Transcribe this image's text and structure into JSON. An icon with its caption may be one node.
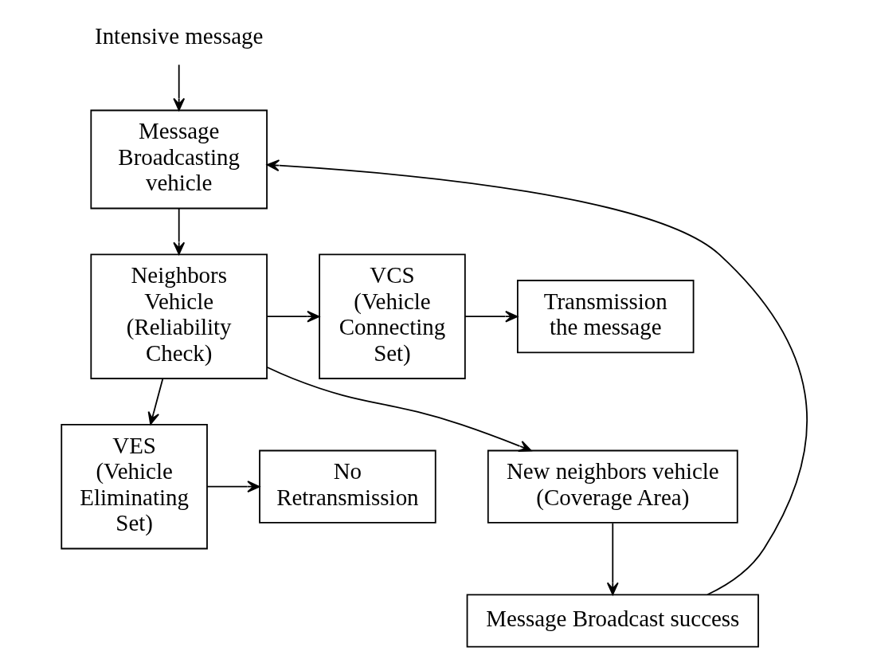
{
  "diagram": {
    "nodes": [
      {
        "text": [
          "Intensive message"
        ]
      },
      {
        "text": [
          "Message Broadcasting vehicle"
        ]
      },
      {
        "text": [
          "Neighbors Vehicle (Reliability Check)"
        ]
      },
      {
        "text": [
          "VCS (Vehicle Connecting Set)"
        ]
      },
      {
        "text": [
          "Transmission the message"
        ]
      },
      {
        "text": [
          "VES (Vehicle Eliminating Set)"
        ]
      },
      {
        "text": [
          "No Retransmission"
        ]
      },
      {
        "text": [
          "New neighbors vehicle (Coverage Area)"
        ]
      },
      {
        "text": [
          "Message Broadcast success"
        ]
      }
    ],
    "edges": [
      {
        "from": 0,
        "to": 1,
        "arrow": "to"
      },
      {
        "from": 1,
        "to": 2,
        "arrow": "to"
      },
      {
        "from": 2,
        "to": 3,
        "arrow": "to"
      },
      {
        "from": 2,
        "to": 5,
        "arrow": "to"
      },
      {
        "from": 3,
        "to": 4,
        "arrow": "to"
      },
      {
        "from": 5,
        "to": 6,
        "arrow": "to"
      },
      {
        "from": 2,
        "to": 7,
        "arrow": "to"
      },
      {
        "from": 7,
        "to": 8,
        "arrow": "to"
      },
      {
        "from": 8,
        "to": 1,
        "arrow": "to"
      }
    ]
  }
}
